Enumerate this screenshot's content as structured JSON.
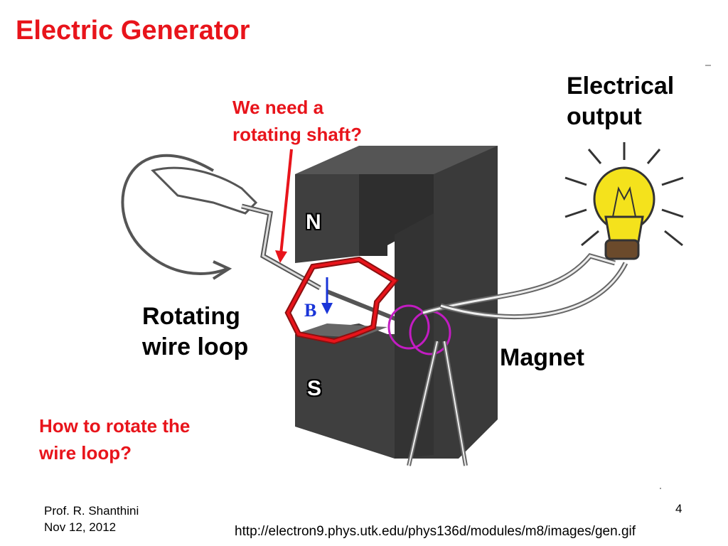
{
  "slide": {
    "title": "Electric Generator",
    "labels": {
      "electrical_output": [
        "Electrical",
        "output"
      ],
      "question_shaft": [
        "We need a",
        "rotating shaft?"
      ],
      "rotating_loop": [
        "Rotating",
        "wire loop"
      ],
      "magnet": "Magnet",
      "question_rotate": [
        "How to rotate the",
        "wire loop?"
      ]
    },
    "diagram": {
      "north_pole": "N",
      "south_pole": "S",
      "field": "B"
    },
    "footer": {
      "author": "Prof. R. Shanthini",
      "date": "Nov 12, 2012",
      "page": "4",
      "source_url": "http://electron9.phys.utk.edu/phys136d/modules/m8/images/gen.gif"
    }
  },
  "colors": {
    "accent_red": "#e8141b",
    "field_blue": "#1a35d8",
    "magnet_dark": "#3a3a3a",
    "bulb_yellow": "#f4e21c",
    "brush_magenta": "#c21cc2"
  }
}
